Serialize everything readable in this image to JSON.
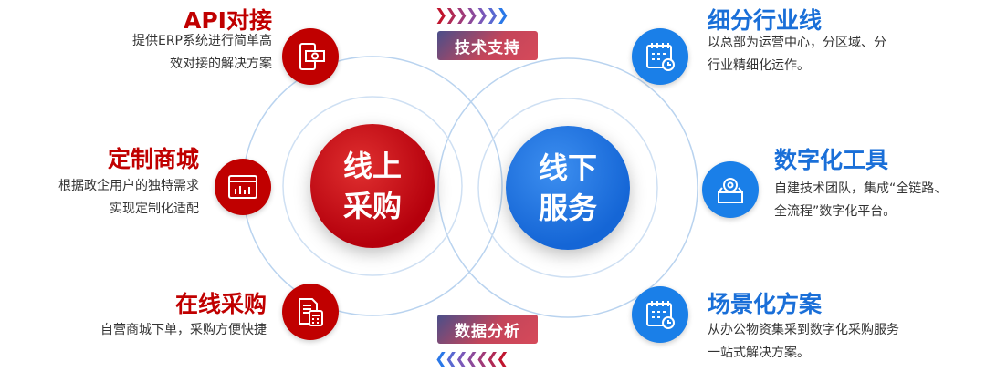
{
  "center": {
    "left": "线上\n采购",
    "left_lines": [
      "线上",
      "采购"
    ],
    "right_lines": [
      "线下",
      "服务"
    ]
  },
  "badges": {
    "top": "技术支持",
    "bottom": "数据分析"
  },
  "left_items": [
    {
      "title": "API对接",
      "desc": [
        "提供ERP系统进行简单高",
        "效对接的解决方案"
      ],
      "icon": "phone-money-icon"
    },
    {
      "title": "定制商城",
      "desc": [
        "根据政企用户的独特需求",
        "实现定制化适配"
      ],
      "icon": "browser-chart-icon"
    },
    {
      "title": "在线采购",
      "desc": [
        "自营商城下单，采购方便快捷"
      ],
      "icon": "document-calculator-icon"
    }
  ],
  "right_items": [
    {
      "title": "细分行业线",
      "desc": [
        "以总部为运营中心，分区域、分",
        "行业精细化运作。"
      ],
      "icon": "calendar-clock-icon"
    },
    {
      "title": "数字化工具",
      "desc": [
        "自建技术团队，集成“全链路、",
        "全流程”数字化平台。"
      ],
      "icon": "gear-box-icon"
    },
    {
      "title": "场景化方案",
      "desc": [
        "从办公物资集采到数字化采购服务",
        "一站式解决方案。"
      ],
      "icon": "calendar-clock-icon"
    }
  ],
  "colors": {
    "red": "#c00000",
    "blue": "#1a7fe8"
  }
}
